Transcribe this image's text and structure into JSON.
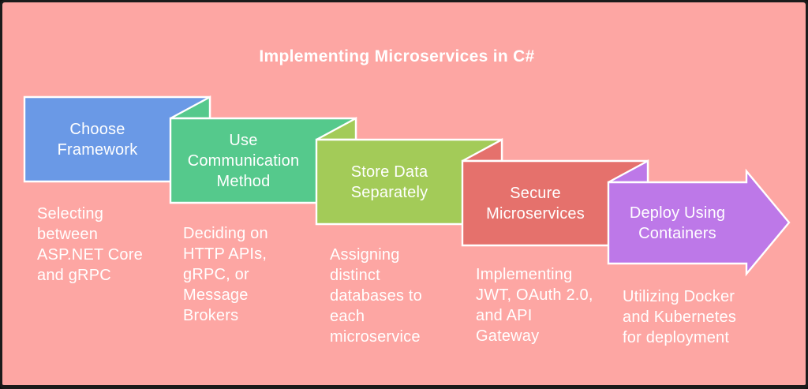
{
  "title": "Implementing Microservices in C#",
  "colors": {
    "background": "#fda6a3",
    "frame_border": "#1b1b1b",
    "shape_outline": "#ffffff",
    "text": "#ffffff"
  },
  "steps": [
    {
      "label": "Choose Framework",
      "label_lines": [
        "Choose",
        "Framework"
      ],
      "description": "Selecting between ASP.NET Core and gRPC",
      "description_lines": [
        "Selecting",
        "between",
        "ASP.NET Core",
        "and gRPC"
      ],
      "color": "#6a99e6"
    },
    {
      "label": "Use Communication Method",
      "label_lines": [
        "Use",
        "Communication",
        "Method"
      ],
      "description": "Deciding on HTTP APIs, gRPC, or Message Brokers",
      "description_lines": [
        "Deciding on",
        "HTTP APIs,",
        "gRPC, or",
        "Message",
        "Brokers"
      ],
      "color": "#55c98c"
    },
    {
      "label": "Store Data Separately",
      "label_lines": [
        "Store Data",
        "Separately"
      ],
      "description": "Assigning distinct databases to each microservice",
      "description_lines": [
        "Assigning",
        "distinct",
        "databases to",
        "each",
        "microservice"
      ],
      "color": "#a3cb58"
    },
    {
      "label": "Secure Microservices",
      "label_lines": [
        "Secure",
        "Microservices"
      ],
      "description": "Implementing JWT, OAuth 2.0, and API Gateway",
      "description_lines": [
        "Implementing",
        "JWT, OAuth 2.0,",
        "and API",
        "Gateway"
      ],
      "color": "#e5716c"
    },
    {
      "label": "Deploy Using Containers",
      "label_lines": [
        "Deploy Using",
        "Containers"
      ],
      "description": "Utilizing Docker and Kubernetes for deployment",
      "description_lines": [
        "Utilizing Docker",
        "and Kubernetes",
        "for deployment"
      ],
      "color": "#bd78e8"
    }
  ]
}
